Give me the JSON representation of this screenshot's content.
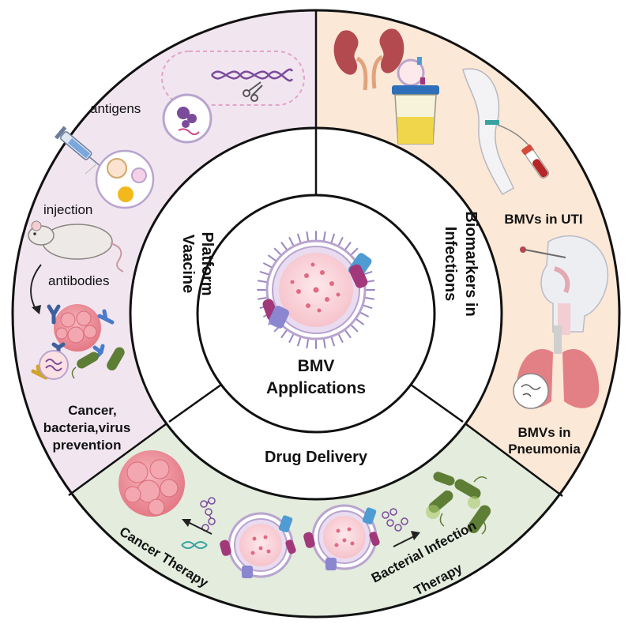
{
  "center": {
    "line1": "BMV",
    "line2": "Applications"
  },
  "sections": {
    "vaccine": {
      "line1": "Vaacine",
      "line2": "Platform"
    },
    "biomarkers": {
      "line1": "Biomarkers in",
      "line2": "Infections"
    },
    "drug": {
      "label": "Drug Delivery"
    }
  },
  "vaccine_panel": {
    "antigens": "antigens",
    "injection": "injection",
    "antibodies": "antibodies",
    "prevention": [
      "Cancer,",
      "bacteria,virus",
      "prevention"
    ]
  },
  "biomarker_panel": {
    "uti": "BMVs in UTI",
    "pneumonia": [
      "BMVs in",
      "Pneumonia"
    ]
  },
  "drug_panel": {
    "cancer": "Cancer Therapy",
    "bacterial": [
      "Bacterial Infection",
      "Therapy"
    ]
  },
  "colors": {
    "vaccine_bg": "#f1e6f0",
    "biomarker_bg": "#fbe8d6",
    "drug_bg": "#e3ecdd",
    "vesicle": "#f7c9cf",
    "membrane": "#b9a4cf",
    "protein_magenta": "#a0387a",
    "protein_blue": "#4f9bd3",
    "protein_violet": "#8a86cf",
    "tumor": "#ec8f9a",
    "bacteria": "#5e7d35",
    "organ": "#b34a4f"
  },
  "icons": [
    "kidney-icon",
    "urine-cup-icon",
    "arm-blood-draw-icon",
    "blood-tube-icon",
    "head-swab-icon",
    "lungs-icon",
    "dna-plasmid-icon",
    "syringe-icon",
    "mouse-icon",
    "antibody-icon",
    "tumor-cell-icon",
    "bacteria-icon",
    "vesicle-icon",
    "drug-molecule-icon"
  ]
}
